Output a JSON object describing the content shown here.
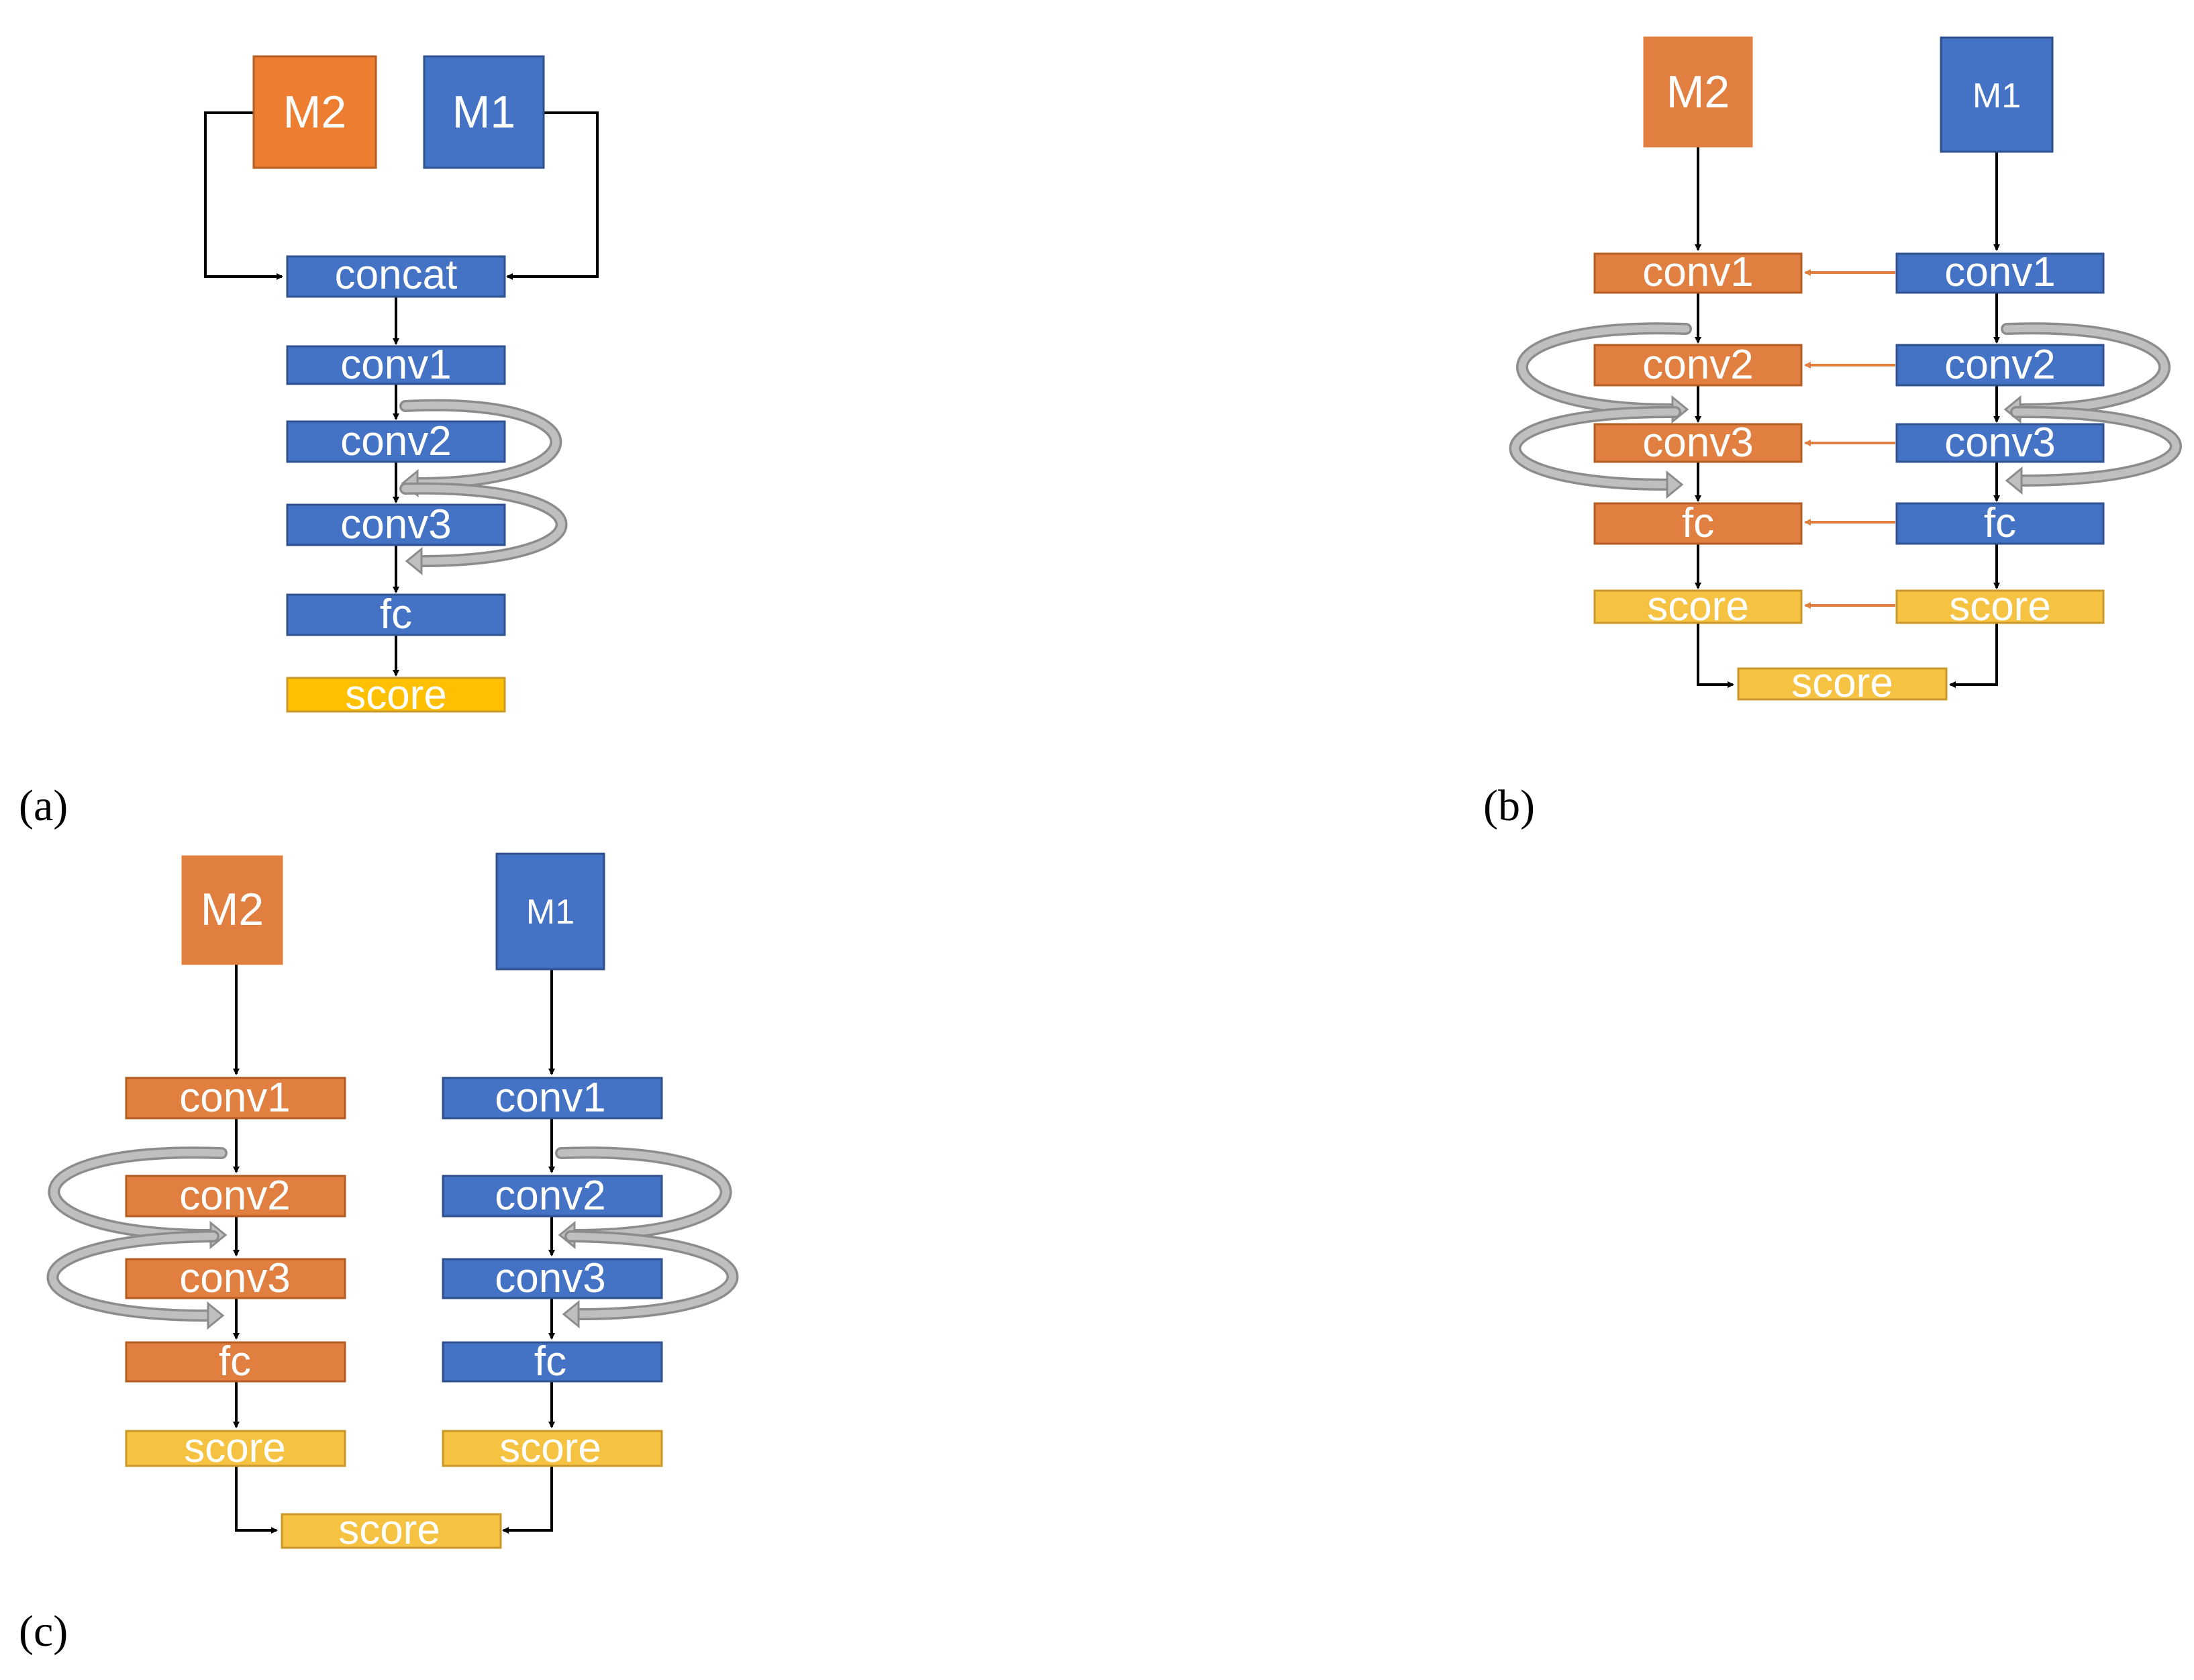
{
  "colors": {
    "orange": "#E07F40",
    "orange_border": "#B35D22",
    "blue": "#4472C4",
    "blue_bright": "#4472C9",
    "blue_border": "#2F528F",
    "score_yellow": "#F5C242",
    "score_yellow_a": "#FFC000",
    "score_border": "#C9972A",
    "gray_loop": "#BFBFBF",
    "gray_loop_edge": "#8C8C8C",
    "black": "#000000"
  },
  "panel_a": {
    "label": "(a)",
    "m2": "M2",
    "m1": "M1",
    "concat": "concat",
    "conv1": "conv1",
    "conv2": "conv2",
    "conv3": "conv3",
    "fc": "fc",
    "score": "score"
  },
  "panel_b": {
    "label": "(b)",
    "m2": "M2",
    "m1": "M1",
    "left": {
      "conv1": "conv1",
      "conv2": "conv2",
      "conv3": "conv3",
      "fc": "fc",
      "score": "score"
    },
    "right": {
      "conv1": "conv1",
      "conv2": "conv2",
      "conv3": "conv3",
      "fc": "fc",
      "score": "score"
    },
    "final_score": "score"
  },
  "panel_c": {
    "label": "(c)",
    "m2": "M2",
    "m1": "M1",
    "left": {
      "conv1": "conv1",
      "conv2": "conv2",
      "conv3": "conv3",
      "fc": "fc",
      "score": "score"
    },
    "right": {
      "conv1": "conv1",
      "conv2": "conv2",
      "conv3": "conv3",
      "fc": "fc",
      "score": "score"
    },
    "final_score": "score"
  }
}
